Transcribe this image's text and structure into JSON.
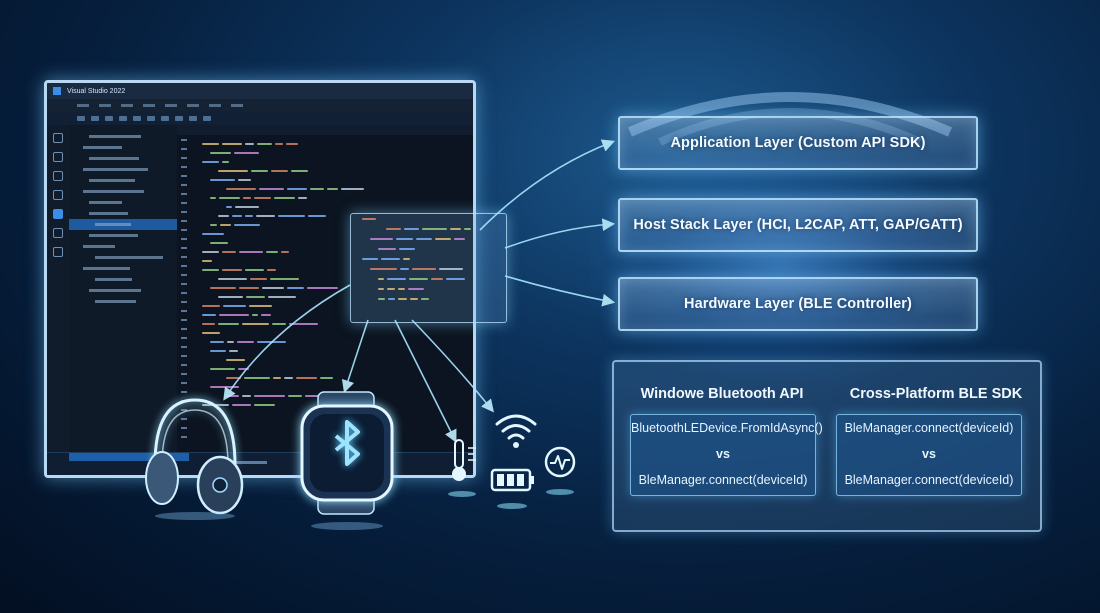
{
  "ide": {
    "title": "Visual Studio 2022"
  },
  "layers": {
    "application": "Application Layer (Custom API SDK)",
    "host": "Host Stack Layer (HCI, L2CAP, ATT, GAP/GATT)",
    "hardware": "Hardware Layer (BLE Controller)"
  },
  "comparison": {
    "left_heading": "Windowe Bluetooth API",
    "right_heading": "Cross-Platform BLE SDK",
    "left_box": {
      "line1": "BluetoothLEDevice.FromIdAsync()",
      "vs": "vs",
      "line2": "BleManager.connect(deviceId)"
    },
    "right_box": {
      "line1": "BleManager.connect(deviceId)",
      "vs": "vs",
      "line2": "BleManager.connect(deviceId)"
    }
  },
  "icons": {
    "headphones": "headphones-icon",
    "smartwatch": "smartwatch-bluetooth-icon",
    "thermometer": "thermometer-icon",
    "battery": "battery-icon",
    "wifi": "wifi-icon",
    "heart_rate": "heart-rate-icon"
  },
  "colors": {
    "accent": "#3a8ee6",
    "glow": "#8fdcff",
    "panel_border": "#bde6ff"
  }
}
